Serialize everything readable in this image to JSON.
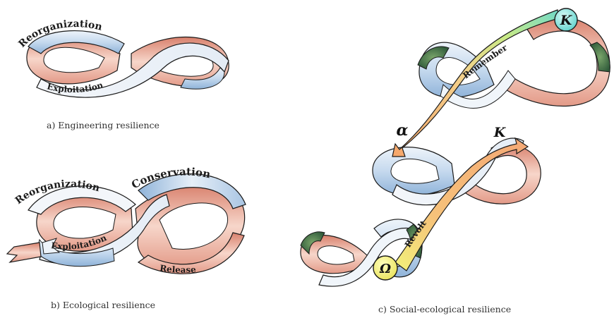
{
  "panels": {
    "a": {
      "caption": "a) Engineering resilience",
      "labels": {
        "top": "Reorganization",
        "bottom": "Exploitation"
      }
    },
    "b": {
      "caption": "b) Ecological resilience",
      "labels": {
        "top_left": "Reorganization",
        "top_right": "Conservation",
        "bottom_left": "Exploitation",
        "bottom_right": "Release"
      }
    },
    "c": {
      "caption": "c) Social-ecological resilience",
      "labels": {
        "remember": "Remember",
        "revolt": "Revolt",
        "k_top": "K",
        "alpha": "α",
        "k_mid": "K",
        "omega": "Ω"
      }
    }
  },
  "colors": {
    "blue_light": "#dce8f4",
    "blue_dark": "#8fb3d9",
    "pink_light": "#f6d3c7",
    "pink_dark": "#e1917e",
    "orange": "#f5b27c",
    "outline": "#1a1a1a"
  }
}
